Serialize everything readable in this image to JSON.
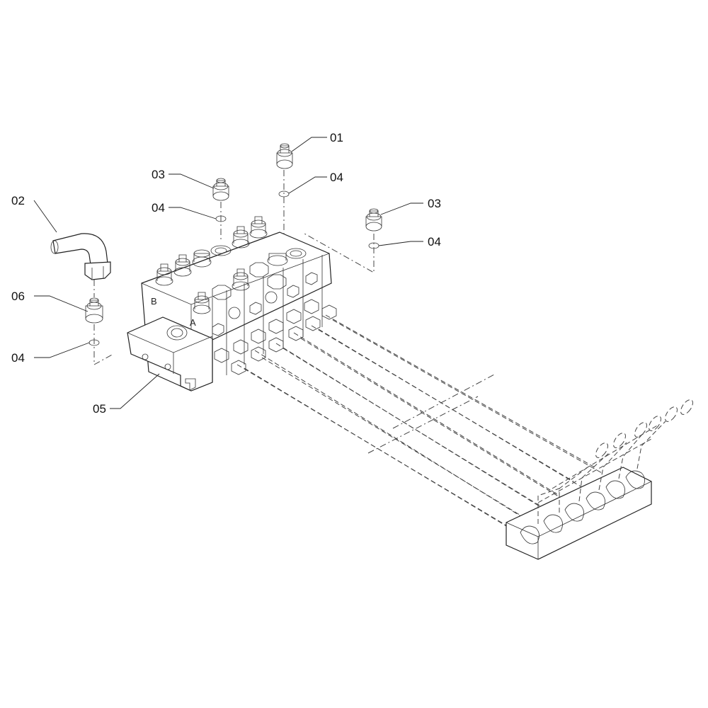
{
  "diagram": {
    "callouts": {
      "c01": "01",
      "c02": "02",
      "c03a": "03",
      "c03b": "03",
      "c04a": "04",
      "c04b": "04",
      "c04c": "04",
      "c04d": "04",
      "c05": "05",
      "c06": "06"
    },
    "port_labels": {
      "port_b": "B",
      "port_a": "A"
    }
  }
}
